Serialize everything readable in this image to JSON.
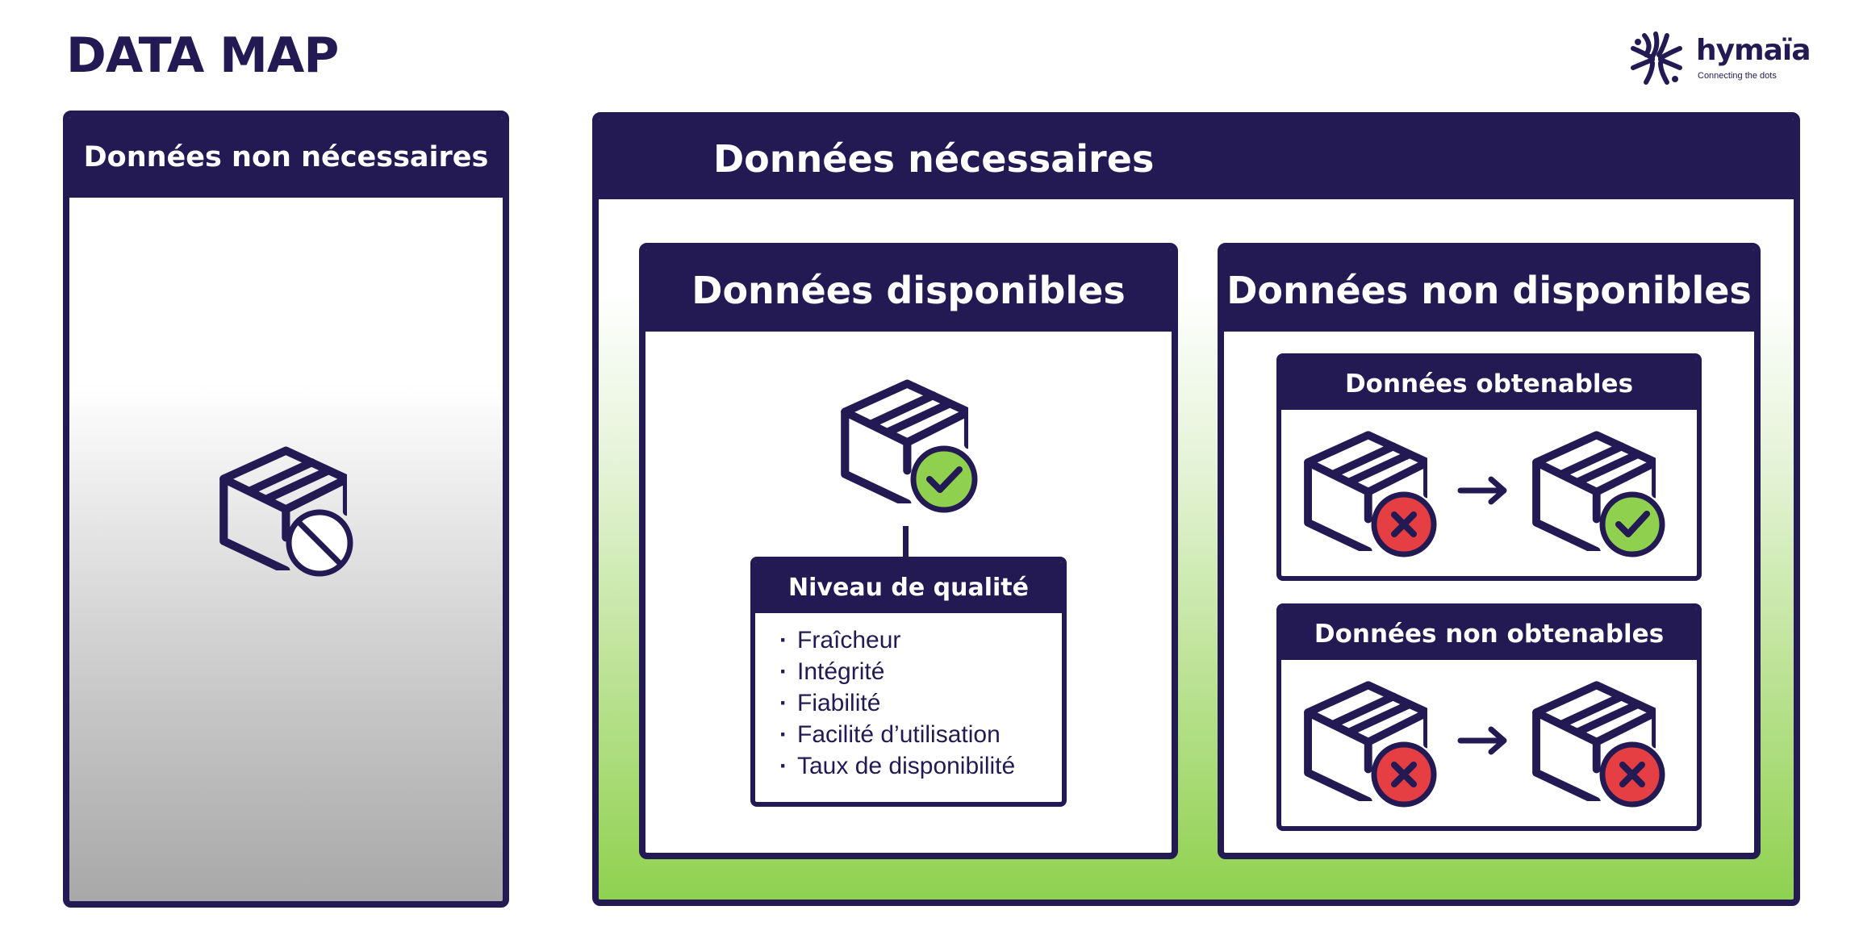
{
  "page": {
    "title": "DATA MAP"
  },
  "logo": {
    "name": "hymaïa",
    "tagline": "Connecting the dots"
  },
  "unnecessary": {
    "heading": "Données non nécessaires"
  },
  "necessary": {
    "heading": "Données nécessaires",
    "available": {
      "heading": "Données disponibles",
      "quality": {
        "heading": "Niveau de qualité",
        "items": [
          "Fraîcheur",
          "Intégrité",
          "Fiabilité",
          "Facilité d’utilisation",
          "Taux de disponibilité"
        ]
      }
    },
    "unavailable": {
      "heading": "Données non disponibles",
      "obtainable": {
        "heading": "Données obtenables"
      },
      "unobtainable": {
        "heading": "Données non obtenables"
      }
    }
  },
  "icons": {
    "unnecessary_box": "box-blocked-icon",
    "available_box": "box-check-icon",
    "status_cross": "cross-icon",
    "status_check": "check-icon",
    "arrow": "arrow-right-icon"
  },
  "colors": {
    "navy": "#231a54",
    "green": "#8fd14f",
    "red": "#e53f44",
    "grey": "#a8a8a8"
  }
}
